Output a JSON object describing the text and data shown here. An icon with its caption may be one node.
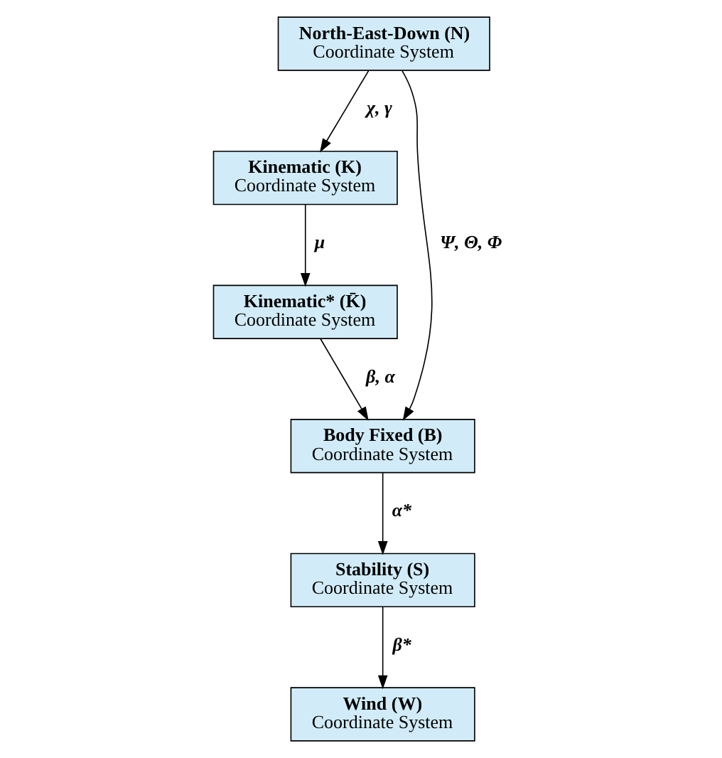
{
  "diagram": {
    "nodes": [
      {
        "text": [
          "North-East-Down (N)",
          "Coordinate System"
        ]
      },
      {
        "text": [
          "Kinematic (K)",
          "Coordinate System"
        ]
      },
      {
        "text": [
          "Kinematic* (K̄)",
          "Coordinate System"
        ]
      },
      {
        "text": [
          "Body Fixed (B)",
          "Coordinate System"
        ]
      },
      {
        "text": [
          "Stability (S)",
          "Coordinate System"
        ]
      },
      {
        "text": [
          "Wind (W)",
          "Coordinate System"
        ]
      }
    ],
    "edges": [
      {
        "from": 0,
        "to": 1,
        "arrow": "to",
        "label": "χ, γ"
      },
      {
        "from": 1,
        "to": 2,
        "arrow": "to",
        "label": "μ"
      },
      {
        "from": 2,
        "to": 3,
        "arrow": "to",
        "label": "β, α"
      },
      {
        "from": 0,
        "to": 3,
        "arrow": "to",
        "label": "Ψ, Θ, Φ"
      },
      {
        "from": 3,
        "to": 4,
        "arrow": "to",
        "label": "α*"
      },
      {
        "from": 4,
        "to": 5,
        "arrow": "to",
        "label": "β*"
      }
    ]
  }
}
